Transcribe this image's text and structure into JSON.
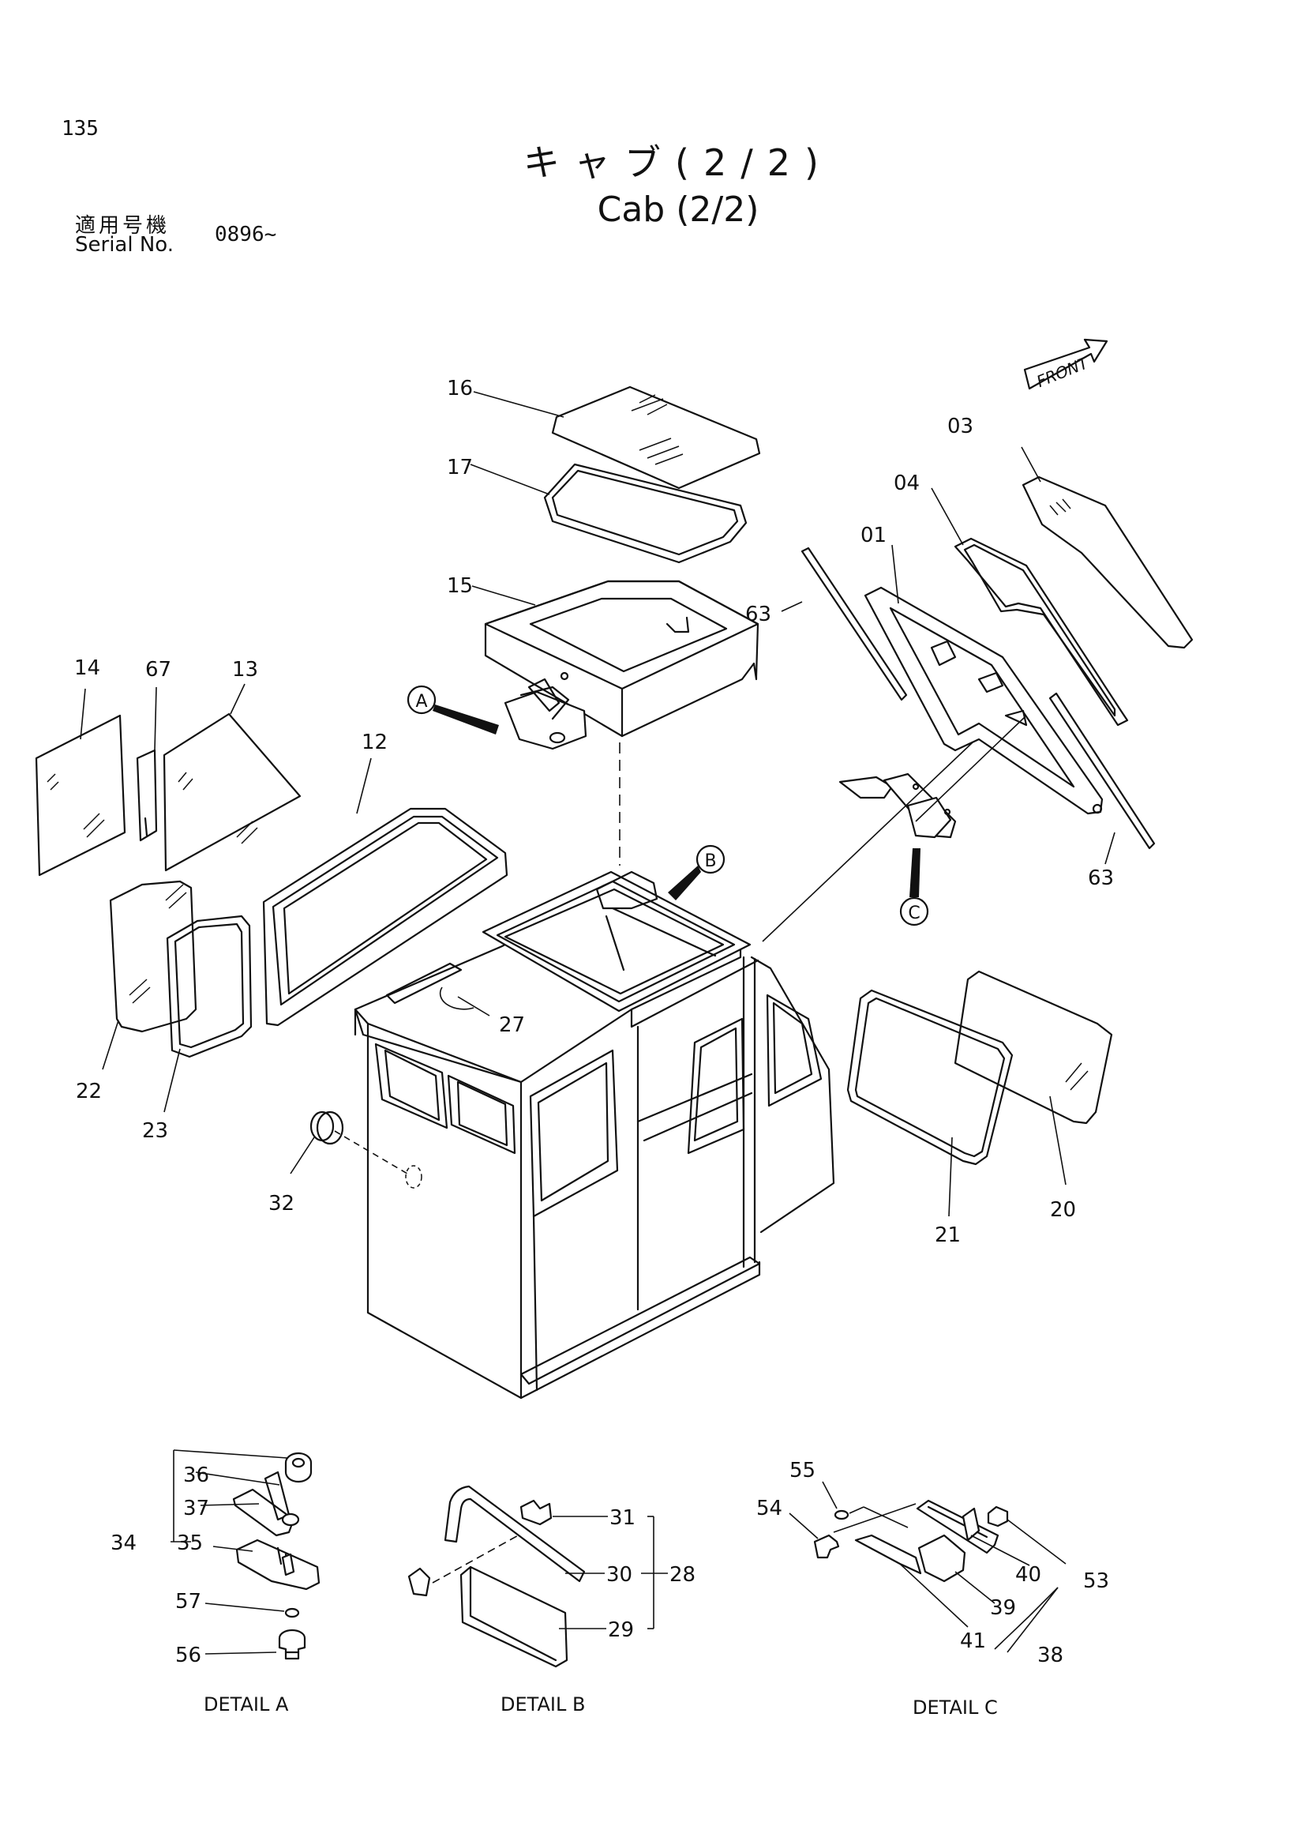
{
  "header": {
    "page_number": "135",
    "title_jp": "キャブ(2/2)",
    "title_en": "Cab (2/2)",
    "serial_label_jp": "適用号機",
    "serial_label_en": "Serial No.",
    "serial_value": "0896~"
  },
  "front_label": "FRONT",
  "callouts": {
    "c01": "01",
    "c03": "03",
    "c04": "04",
    "c12": "12",
    "c13": "13",
    "c14": "14",
    "c15": "15",
    "c16": "16",
    "c17": "17",
    "c20": "20",
    "c21": "21",
    "c22": "22",
    "c23": "23",
    "c27": "27",
    "c28": "28",
    "c29": "29",
    "c30": "30",
    "c31": "31",
    "c32": "32",
    "c34": "34",
    "c35": "35",
    "c36": "36",
    "c37": "37",
    "c38": "38",
    "c39": "39",
    "c40": "40",
    "c41": "41",
    "c53": "53",
    "c54": "54",
    "c55": "55",
    "c56": "56",
    "c57": "57",
    "c63a": "63",
    "c63b": "63",
    "c67": "67"
  },
  "detail_markers": {
    "a": "A",
    "b": "B",
    "c": "C"
  },
  "detail_captions": {
    "a": "DETAIL A",
    "b": "DETAIL B",
    "c": "DETAIL C"
  }
}
